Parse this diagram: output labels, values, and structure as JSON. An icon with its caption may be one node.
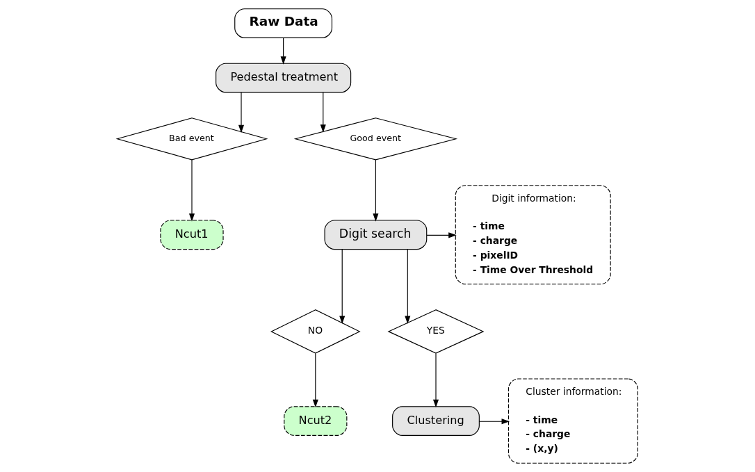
{
  "diagram": {
    "nodes": [
      {
        "text": [
          "Raw Data"
        ]
      },
      {
        "text": [
          "Pedestal treatment"
        ]
      },
      {
        "text": [
          "Bad event"
        ]
      },
      {
        "text": [
          "Good event"
        ]
      },
      {
        "text": [
          "Ncut1"
        ]
      },
      {
        "text": [
          "Digit search"
        ]
      },
      {
        "text": [
          "Digit information:",
          "- time",
          "- charge",
          "- pixelID",
          "- Time Over Threshold"
        ]
      },
      {
        "text": [
          "NO"
        ]
      },
      {
        "text": [
          "YES"
        ]
      },
      {
        "text": [
          "Ncut2"
        ]
      },
      {
        "text": [
          "Clustering"
        ]
      },
      {
        "text": [
          "Cluster information:",
          "- time",
          "- charge",
          "- (x,y)"
        ]
      }
    ],
    "edges": [
      {
        "from": 0,
        "to": 1,
        "arrow": "to"
      },
      {
        "from": 1,
        "to": 2,
        "arrow": "to"
      },
      {
        "from": 1,
        "to": 3,
        "arrow": "to"
      },
      {
        "from": 2,
        "to": 4,
        "arrow": "to"
      },
      {
        "from": 3,
        "to": 5,
        "arrow": "to"
      },
      {
        "from": 5,
        "to": 6,
        "arrow": "to"
      },
      {
        "from": 5,
        "to": 7,
        "arrow": "to"
      },
      {
        "from": 5,
        "to": 8,
        "arrow": "to"
      },
      {
        "from": 7,
        "to": 9,
        "arrow": "to"
      },
      {
        "from": 8,
        "to": 10,
        "arrow": "to"
      },
      {
        "from": 10,
        "to": 11,
        "arrow": "to"
      }
    ]
  }
}
